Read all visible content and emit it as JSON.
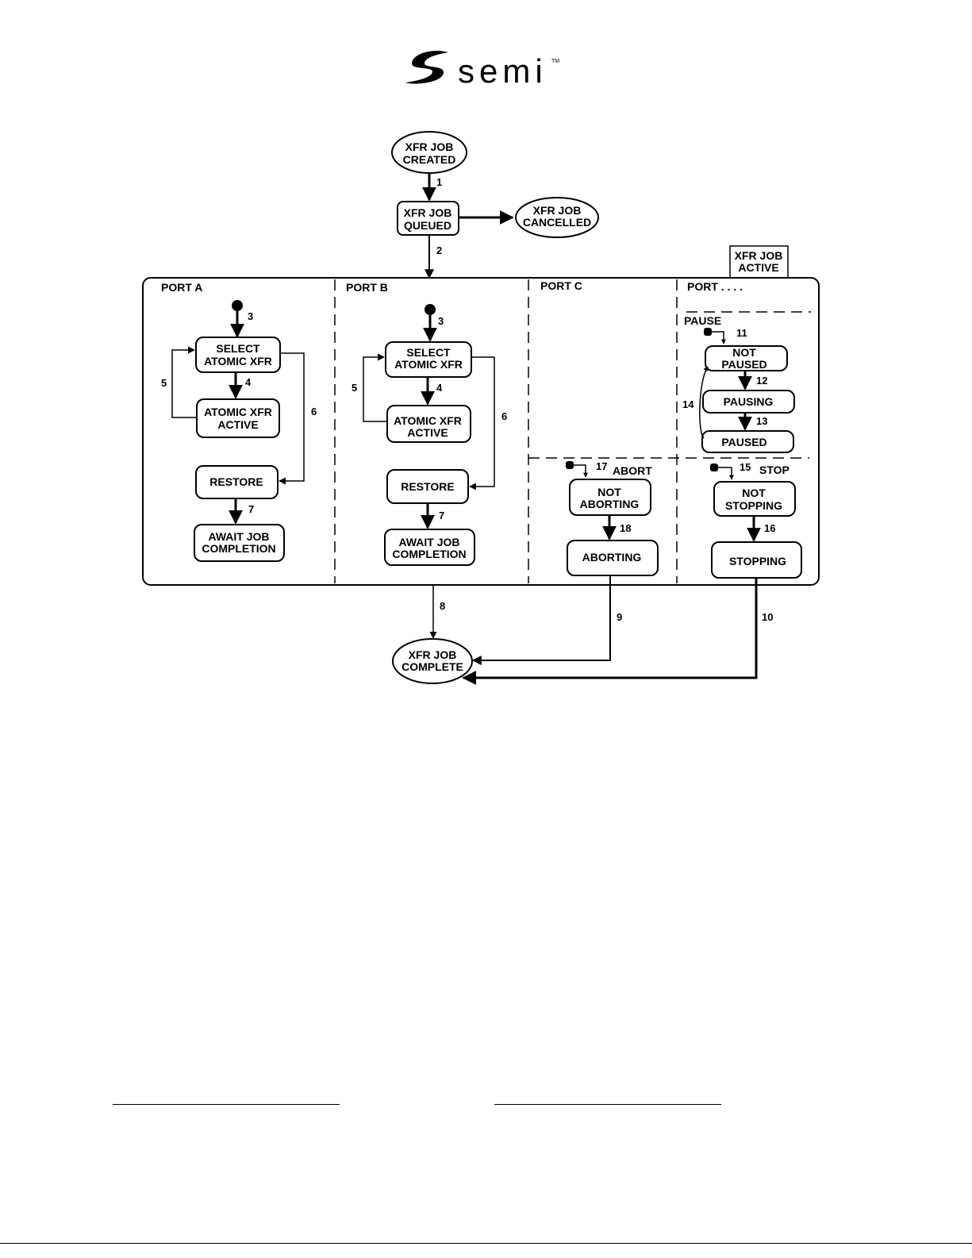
{
  "logo": {
    "name": "semi-logo",
    "word": "semi",
    "trademark": "TM"
  },
  "states": {
    "created": [
      "XFR JOB",
      "CREATED"
    ],
    "queued": [
      "XFR JOB",
      "QUEUED"
    ],
    "cancelled": [
      "XFR JOB",
      "CANCELLED"
    ],
    "active": [
      "XFR JOB",
      "ACTIVE"
    ],
    "complete": [
      "XFR JOB",
      "COMPLETE"
    ]
  },
  "ports": {
    "a": {
      "title": "PORT A",
      "select": [
        "SELECT",
        "ATOMIC XFR"
      ],
      "atomic": [
        "ATOMIC XFR",
        "ACTIVE"
      ],
      "restore": "RESTORE",
      "await": [
        "AWAIT JOB",
        "COMPLETION"
      ]
    },
    "b": {
      "title": "PORT B",
      "select": [
        "SELECT",
        "ATOMIC XFR"
      ],
      "atomic": [
        "ATOMIC XFR",
        "ACTIVE"
      ],
      "restore": "RESTORE",
      "await": [
        "AWAIT JOB",
        "COMPLETION"
      ]
    },
    "c": {
      "title": "PORT C"
    },
    "d": {
      "title": "PORT . . . ."
    }
  },
  "pause": {
    "label": "PAUSE",
    "not_paused": [
      "NOT",
      "PAUSED"
    ],
    "pausing": "PAUSING",
    "paused": "PAUSED"
  },
  "abort": {
    "label": "ABORT",
    "not_aborting": [
      "NOT",
      "ABORTING"
    ],
    "aborting": "ABORTING"
  },
  "stop": {
    "label": "STOP",
    "not_stopping": [
      "NOT",
      "STOPPING"
    ],
    "stopping": "STOPPING"
  },
  "transitions": {
    "t1": "1",
    "t2": "2",
    "t3": "3",
    "t4": "4",
    "t5": "5",
    "t6": "6",
    "t7": "7",
    "t8": "8",
    "t9": "9",
    "t10": "10",
    "t11": "11",
    "t12": "12",
    "t13": "13",
    "t14": "14",
    "t15": "15",
    "t16": "16",
    "t17": "17",
    "t18": "18"
  }
}
